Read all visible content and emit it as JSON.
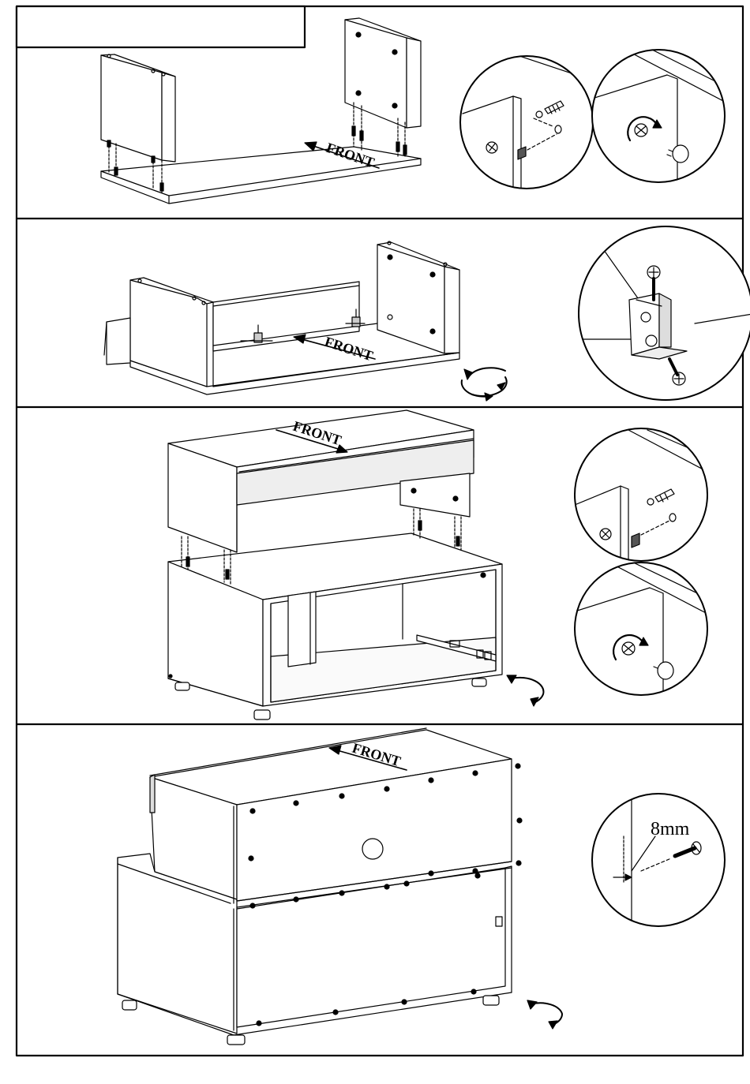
{
  "steps": [
    {
      "front_label": "FRONT"
    },
    {
      "front_label": "FRONT"
    },
    {
      "front_label": "FRONT"
    },
    {
      "front_label": "FRONT",
      "screw_depth_label": "8mm"
    }
  ],
  "colors": {
    "line": "#000000",
    "background": "#ffffff",
    "shade": "#d9d9d9"
  },
  "icons": [
    "cam-dowel-icon",
    "cam-lock-rotate-icon",
    "corner-bracket-icon",
    "rotate-furniture-icon",
    "screw-icon",
    "drawer-slide-icon"
  ]
}
